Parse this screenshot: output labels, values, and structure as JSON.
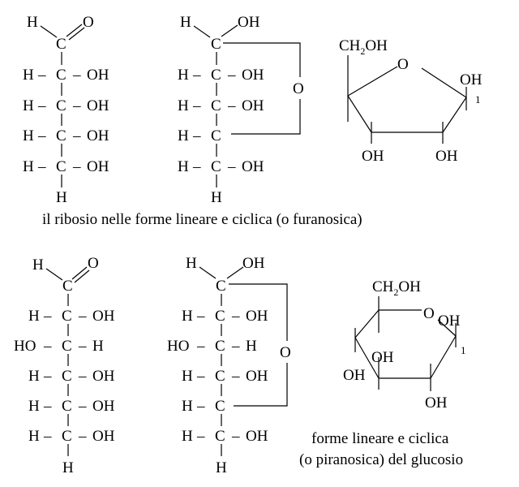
{
  "atoms": {
    "H": "H",
    "C": "C",
    "O": "O",
    "OH": "OH",
    "HO": "HO",
    "dash": "–",
    "ch2oh_left": "CH",
    "ch2oh_sub": "2",
    "ch2oh_right": "OH",
    "ch2oh_right_glucose": "OH",
    "anomeric_number": "1"
  },
  "ribose": {
    "caption": "il ribosio nelle forme lineare e ciclica (o furanosica)"
  },
  "glucose": {
    "caption_line1": "forme lineare e ciclica",
    "caption_line2": "(o piranosica) del glucosio"
  }
}
